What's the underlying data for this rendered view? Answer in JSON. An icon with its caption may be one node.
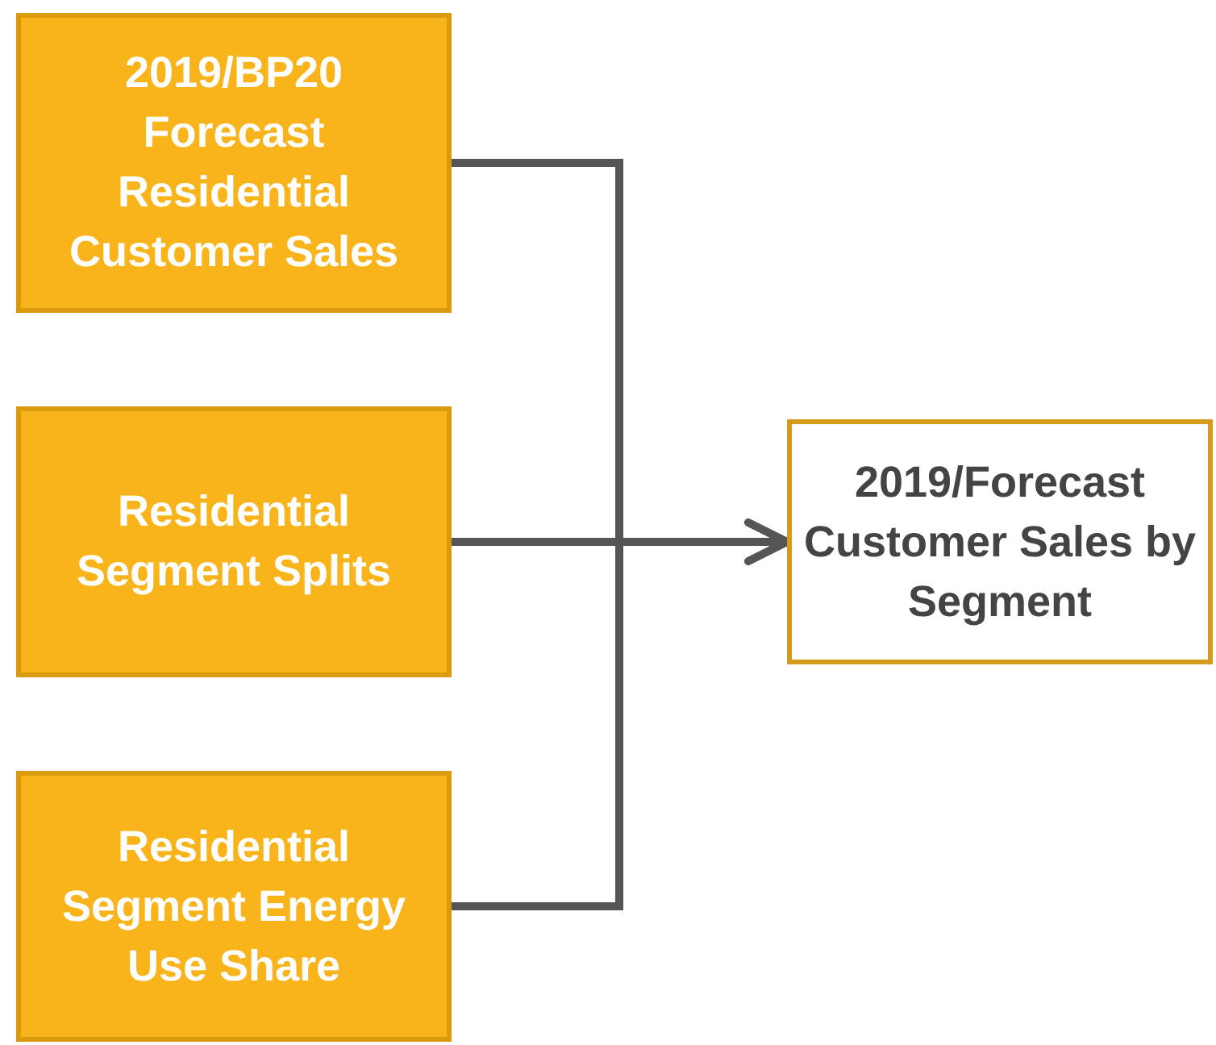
{
  "diagram": {
    "nodes": [
      {
        "text": [
          "2019/BP20 Forecast Residential Customer Sales"
        ]
      },
      {
        "text": [
          "Residential Segment Splits"
        ]
      },
      {
        "text": [
          "Residential Segment Energy Use Share"
        ]
      },
      {
        "text": [
          "2019/Forecast Customer Sales by Segment"
        ]
      }
    ],
    "edges": [
      {
        "from": 0,
        "to": 3,
        "arrow": "to"
      },
      {
        "from": 1,
        "to": 3,
        "arrow": "to"
      },
      {
        "from": 2,
        "to": 3,
        "arrow": "to"
      }
    ]
  }
}
